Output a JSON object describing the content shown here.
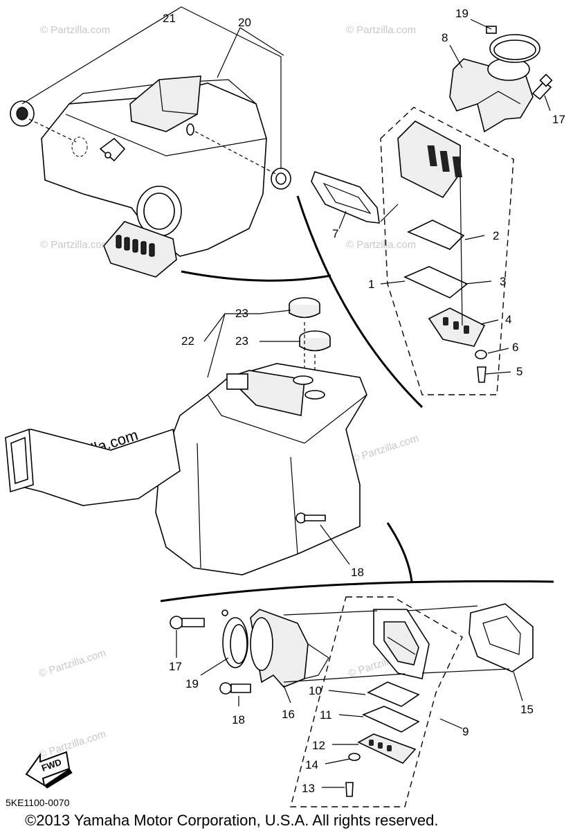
{
  "callouts": {
    "c1": "1",
    "c2": "2",
    "c3": "3",
    "c4": "4",
    "c5": "5",
    "c6": "6",
    "c7": "7",
    "c8": "8",
    "c9": "9",
    "c10": "10",
    "c11": "11",
    "c12": "12",
    "c13": "13",
    "c14": "14",
    "c15": "15",
    "c16": "16",
    "c17a": "17",
    "c17b": "17",
    "c18a": "18",
    "c18b": "18",
    "c19a": "19",
    "c19b": "19",
    "c20": "20",
    "c21": "21",
    "c22": "22",
    "c23a": "23",
    "c23b": "23"
  },
  "watermark_small": "© Partzilla.com",
  "watermark_big": "© Partzilla.com",
  "fwd_label": "FWD",
  "diagram_code": "5KE1100-0070",
  "copyright": "©2013 Yamaha Motor Corporation, U.S.A. All rights reserved."
}
